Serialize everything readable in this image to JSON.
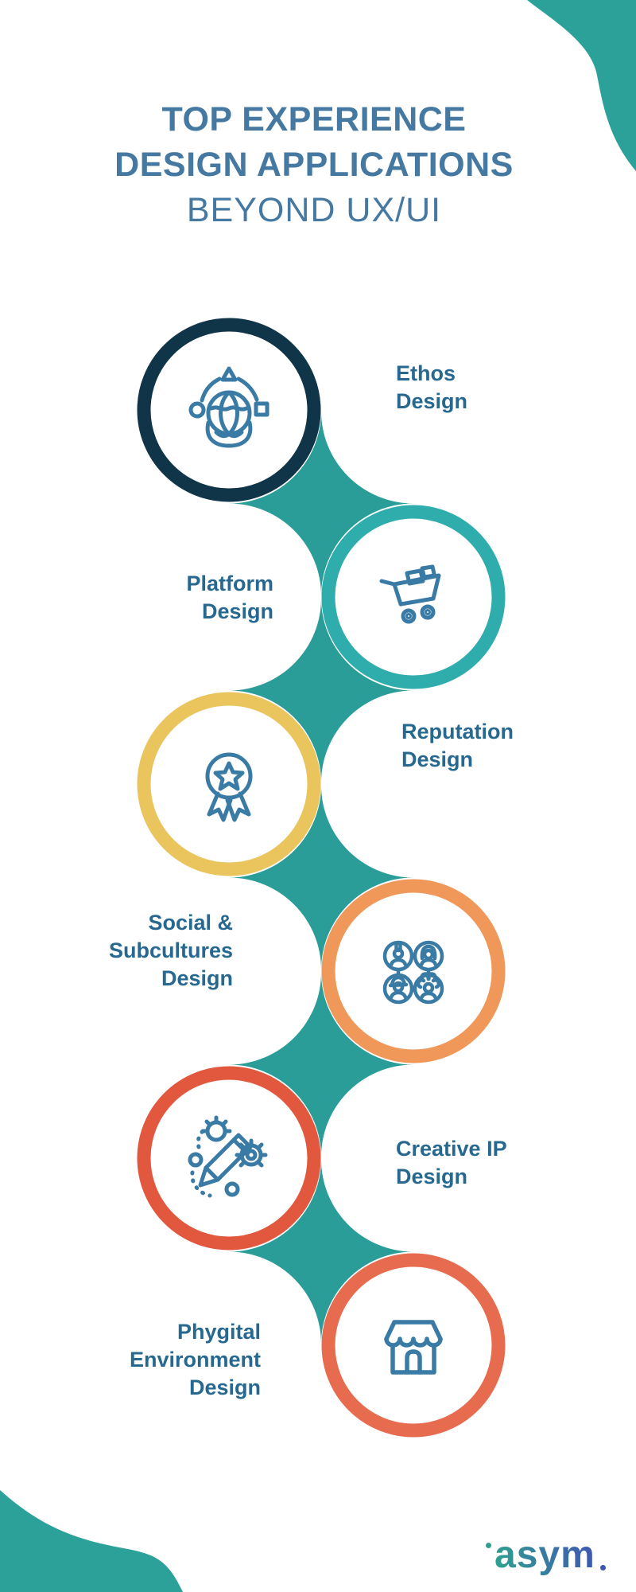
{
  "title": {
    "line1": "TOP EXPERIENCE",
    "line2": "DESIGN APPLICATIONS",
    "line3": "BEYOND UX/UI"
  },
  "items": [
    {
      "label": "Ethos\nDesign",
      "ring_color": "#113548",
      "icon": "globe-hands-icon"
    },
    {
      "label": "Platform\nDesign",
      "ring_color": "#2fadad",
      "icon": "shopping-cart-icon"
    },
    {
      "label": "Reputation\nDesign",
      "ring_color": "#eac45c",
      "icon": "award-ribbon-icon"
    },
    {
      "label": "Social &\nSubcultures\nDesign",
      "ring_color": "#f0985a",
      "icon": "community-people-icon"
    },
    {
      "label": "Creative IP\nDesign",
      "ring_color": "#e1583e",
      "icon": "pencil-gears-icon"
    },
    {
      "label": "Phygital\nEnvironment\nDesign",
      "ring_color": "#e76c4f",
      "icon": "storefront-icon"
    }
  ],
  "logo": {
    "text": "asym"
  },
  "colors": {
    "connector": "#2a9d99",
    "blob": "#2ba19a",
    "title_text": "#4579a2",
    "label_text": "#26688f",
    "icon_stroke": "#3a7ba6",
    "background": "#ffffff"
  }
}
